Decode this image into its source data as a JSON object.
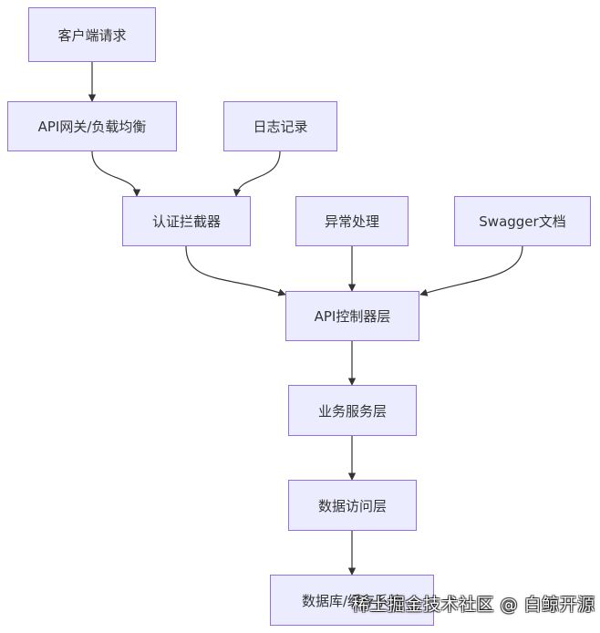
{
  "nodes": {
    "client": "客户端请求",
    "gateway": "API网关/负载均衡",
    "logging": "日志记录",
    "auth": "认证拦截器",
    "exception": "异常处理",
    "swagger": "Swagger文档",
    "controller": "API控制器层",
    "service": "业务服务层",
    "dao": "数据访问层",
    "database": "数据库/缓存系统"
  },
  "watermark": "稀土掘金技术社区 @ 白鲸开源",
  "colors": {
    "node_fill": "#ececff",
    "node_border": "#9370db",
    "edge": "#333333"
  }
}
